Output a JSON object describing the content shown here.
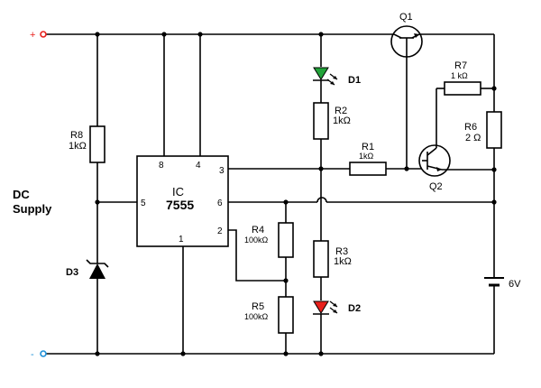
{
  "supply": {
    "label_line1": "DC",
    "label_line2": "Supply",
    "plus": "+",
    "minus": "-"
  },
  "ic": {
    "name": "IC",
    "part": "7555",
    "pins": {
      "p8": "8",
      "p4": "4",
      "p3": "3",
      "p5": "5",
      "p6": "6",
      "p2": "2",
      "p1": "1"
    }
  },
  "components": {
    "R8": {
      "name": "R8",
      "value": "1kΩ"
    },
    "R2": {
      "name": "R2",
      "value": "1kΩ"
    },
    "R1": {
      "name": "R1",
      "value": "1kΩ"
    },
    "R4": {
      "name": "R4",
      "value": "100kΩ"
    },
    "R5": {
      "name": "R5",
      "value": "100kΩ"
    },
    "R3": {
      "name": "R3",
      "value": "1kΩ"
    },
    "R7": {
      "name": "R7",
      "value": "1 kΩ"
    },
    "R6": {
      "name": "R6",
      "value": "2 Ω"
    },
    "D1": {
      "name": "D1",
      "color": "#22a33a"
    },
    "D2": {
      "name": "D2",
      "color": "#e8201c"
    },
    "D3": {
      "name": "D3"
    },
    "Q1": {
      "name": "Q1"
    },
    "Q2": {
      "name": "Q2"
    },
    "battery": {
      "value": "6V"
    }
  },
  "colors": {
    "wire": "#000000",
    "plus_terminal": "#e8201c",
    "minus_terminal": "#1e90d8"
  }
}
